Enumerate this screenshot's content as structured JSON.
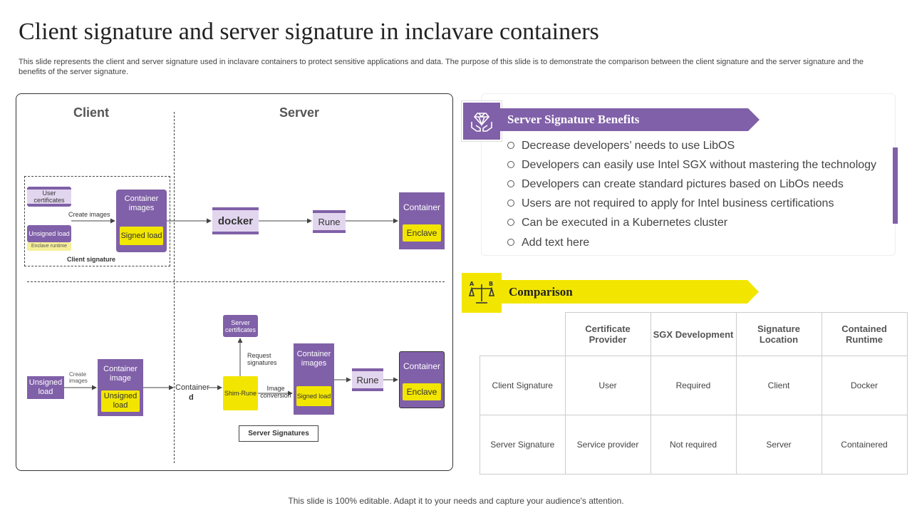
{
  "title": "Client signature and server signature in inclavare containers",
  "subtitle": "This slide represents the client and server signature used in inclavare containers to protect sensitive applications and data. The purpose of this slide is to demonstrate the comparison between the client signature and the server signature and the benefits of the server signature.",
  "footer": "This slide is 100% editable. Adapt it to your needs and capture your audience's attention.",
  "diagram": {
    "client_heading": "Client",
    "server_heading": "Server",
    "top": {
      "user_certificates": "User certificates",
      "create_images": "Create images",
      "unsigned_load": "Unsigned load",
      "enclave_runtime": "Enclave runtime",
      "container_images": "Container images",
      "signed_load": "Signed load",
      "client_signature": "Client signature",
      "docker": "docker",
      "rune": "Rune",
      "container": "Container",
      "enclave": "Enclave"
    },
    "bottom": {
      "unsigned_load": "Unsigned load",
      "create_images": "Create images",
      "container_image": "Container image",
      "unsigned_load_inner": "Unsigned load",
      "containerd_1": "Container",
      "containerd_2": "d",
      "server_certificates": "Server certificates",
      "request_signatures": "Request signatures",
      "shim_rune": "Shim-Rune",
      "image_conversion": "Image conversion",
      "container_images": "Container images",
      "signed_load": "Signed load",
      "rune": "Rune",
      "container": "Container",
      "enclave": "Enclave",
      "server_signatures": "Server Signatures"
    }
  },
  "benefits": {
    "heading": "Server Signature Benefits",
    "icon": "diamond-hands-icon",
    "items": [
      "Decrease developers’ needs to use LibOS",
      "Developers can easily use Intel SGX without mastering the technology",
      "Developers can create standard pictures based on LibOs needs",
      "Users are not required to apply for Intel business certifications",
      "Can be executed in a Kubernetes cluster",
      "Add text here"
    ]
  },
  "comparison": {
    "heading": "Comparison",
    "icon": "scale-ab-icon",
    "columns": [
      "Certificate Provider",
      "SGX Development",
      "Signature Location",
      "Contained Runtime"
    ],
    "rows": [
      {
        "label": "Client Signature",
        "cells": [
          "User",
          "Required",
          "Client",
          "Docker"
        ]
      },
      {
        "label": "Server Signature",
        "cells": [
          "Service provider",
          "Not required",
          "Server",
          "Containered"
        ]
      }
    ]
  },
  "colors": {
    "purple": "#8060a8",
    "yellow": "#f2e600",
    "light_purple": "#e2d6ef"
  }
}
